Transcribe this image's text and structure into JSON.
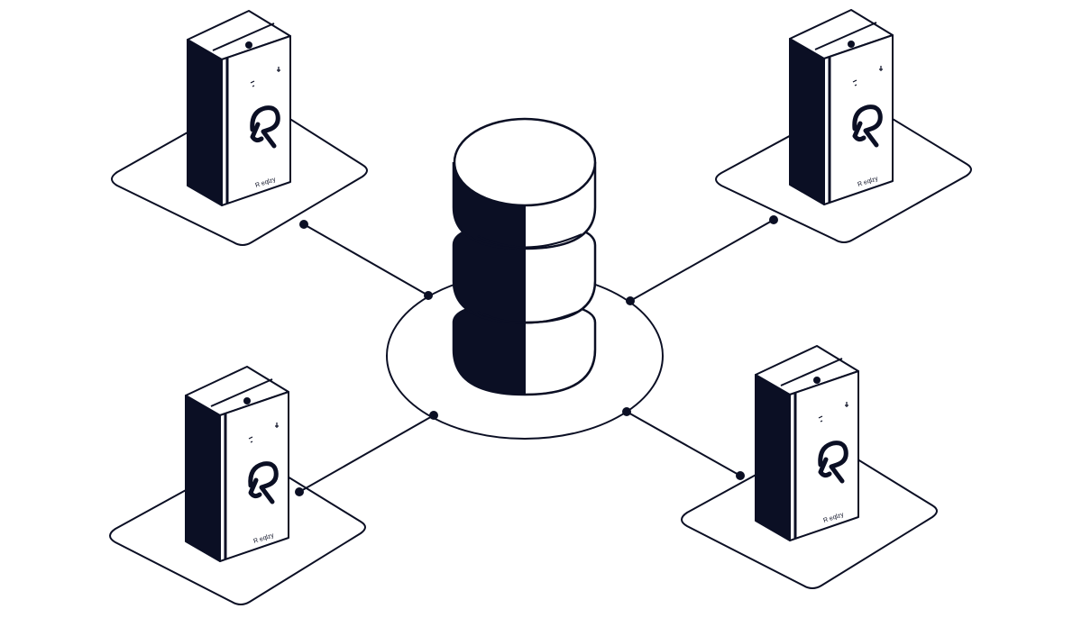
{
  "brand": {
    "ink_color": "#0b0f24",
    "background_color": "#ffffff",
    "face_color": "#ffffff",
    "logo_text": "R eqlzy"
  },
  "diagram": {
    "central_node": {
      "kind": "database",
      "icon": "database-stack-icon"
    },
    "peer_nodes": [
      {
        "id": "top-left",
        "icon": "server-tower-icon"
      },
      {
        "id": "top-right",
        "icon": "server-tower-icon"
      },
      {
        "id": "bottom-left",
        "icon": "server-tower-icon"
      },
      {
        "id": "bottom-right",
        "icon": "server-tower-icon"
      }
    ]
  }
}
